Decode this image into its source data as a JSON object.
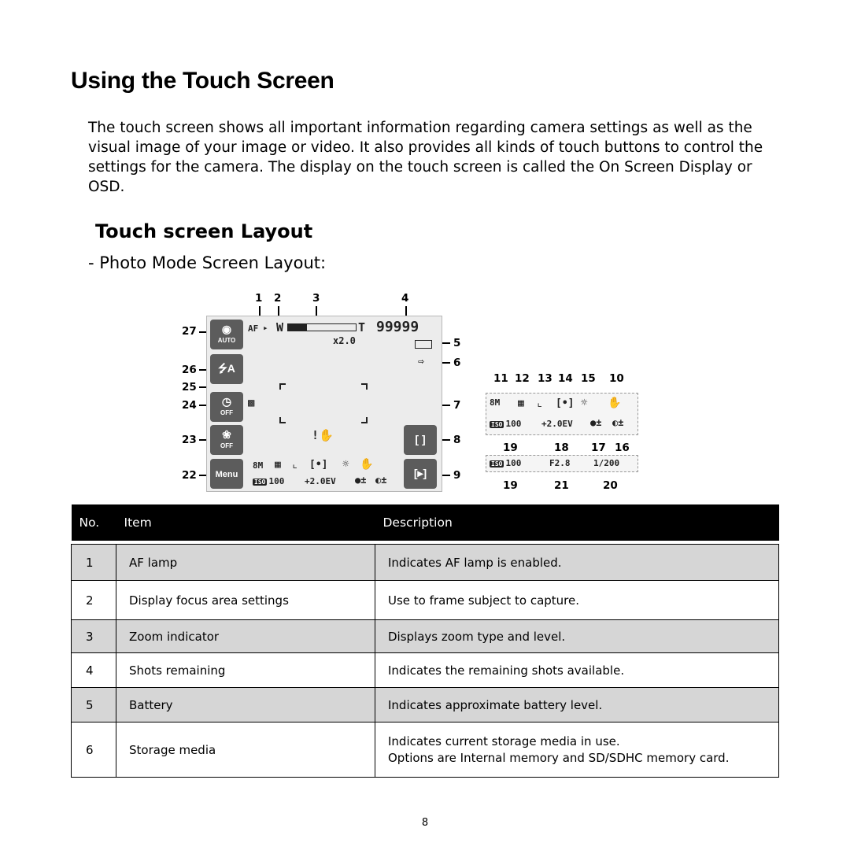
{
  "title": "Using the Touch Screen",
  "intro": "The touch screen shows all important information regarding camera settings as well as the visual image of your image or video. It also provides all kinds of touch buttons to control the settings for the camera. The display on the touch screen is called the On Screen Display or OSD.",
  "subheading": "Touch screen Layout",
  "mode_heading": "- Photo Mode Screen Layout:",
  "screen": {
    "af_label": "AF",
    "zoom_w": "W",
    "zoom_t": "T",
    "shots": "99999",
    "zoom_level": "x2.0",
    "btn_auto": "AUTO",
    "btn_flash": "A",
    "btn_timer_off": "OFF",
    "btn_macro_off": "OFF",
    "btn_menu": "Menu",
    "bottom_row1": "8M",
    "iso_label": "ISO",
    "iso_value": "100",
    "ev_value": "+2.0EV"
  },
  "callouts": {
    "top": [
      "1",
      "2",
      "3",
      "4"
    ],
    "right": [
      "5",
      "6",
      "7",
      "8",
      "9"
    ],
    "left": [
      "27",
      "26",
      "25",
      "24",
      "23",
      "22"
    ],
    "panel_top": [
      "11",
      "12",
      "13",
      "14",
      "15",
      "10"
    ],
    "panel_mid": [
      "19",
      "18",
      "17",
      "16"
    ],
    "panel_bottom": [
      "19",
      "21",
      "20"
    ]
  },
  "panel": {
    "size": "8M",
    "iso_label": "ISO",
    "iso_value": "100",
    "ev_value": "+2.0EV",
    "iso_label_2": "ISO",
    "iso_value_2": "100",
    "aperture": "F2.8",
    "shutter": "1/200"
  },
  "table": {
    "headers": {
      "no": "No.",
      "item": "Item",
      "description": "Description"
    },
    "rows": [
      {
        "no": "1",
        "item": "AF lamp",
        "description": "Indicates AF lamp is enabled.",
        "description2": ""
      },
      {
        "no": "2",
        "item": "Display focus area settings",
        "description": "Use to frame subject to capture.",
        "description2": ""
      },
      {
        "no": "3",
        "item": "Zoom indicator",
        "description": "Displays zoom type and level.",
        "description2": ""
      },
      {
        "no": "4",
        "item": "Shots remaining",
        "description": "Indicates the remaining shots available.",
        "description2": ""
      },
      {
        "no": "5",
        "item": "Battery",
        "description": "Indicates approximate battery level.",
        "description2": ""
      },
      {
        "no": "6",
        "item": "Storage media",
        "description": "Indicates current storage media in use.",
        "description2": "Options are Internal memory and SD/SDHC memory card."
      }
    ]
  },
  "page_number": "8"
}
